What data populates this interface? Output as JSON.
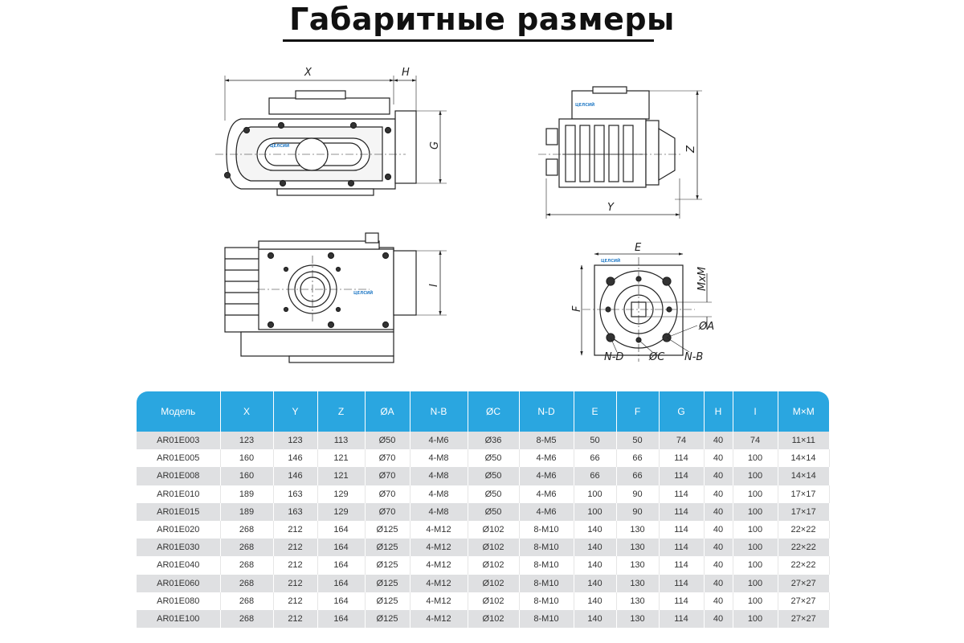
{
  "page": {
    "title": "Габаритные размеры"
  },
  "drawing": {
    "labels": {
      "x": "X",
      "h": "H",
      "g": "G",
      "y": "Y",
      "z": "Z",
      "i": "I",
      "e": "E",
      "f": "F",
      "mxm": "MxM",
      "oa": "ØA",
      "oc": "ØC",
      "nd": "N-D",
      "nb": "N-B"
    },
    "brand": "ЦЕЛСИЙ"
  },
  "table": {
    "headers": [
      "Модель",
      "X",
      "Y",
      "Z",
      "ØA",
      "N-B",
      "ØC",
      "N-D",
      "E",
      "F",
      "G",
      "H",
      "I",
      "M×M"
    ],
    "rows": [
      [
        "AR01E003",
        "123",
        "123",
        "113",
        "Ø50",
        "4-M6",
        "Ø36",
        "8-M5",
        "50",
        "50",
        "74",
        "40",
        "74",
        "11×11"
      ],
      [
        "AR01E005",
        "160",
        "146",
        "121",
        "Ø70",
        "4-M8",
        "Ø50",
        "4-M6",
        "66",
        "66",
        "114",
        "40",
        "100",
        "14×14"
      ],
      [
        "AR01E008",
        "160",
        "146",
        "121",
        "Ø70",
        "4-M8",
        "Ø50",
        "4-M6",
        "66",
        "66",
        "114",
        "40",
        "100",
        "14×14"
      ],
      [
        "AR01E010",
        "189",
        "163",
        "129",
        "Ø70",
        "4-M8",
        "Ø50",
        "4-M6",
        "100",
        "90",
        "114",
        "40",
        "100",
        "17×17"
      ],
      [
        "AR01E015",
        "189",
        "163",
        "129",
        "Ø70",
        "4-M8",
        "Ø50",
        "4-M6",
        "100",
        "90",
        "114",
        "40",
        "100",
        "17×17"
      ],
      [
        "AR01E020",
        "268",
        "212",
        "164",
        "Ø125",
        "4-M12",
        "Ø102",
        "8-M10",
        "140",
        "130",
        "114",
        "40",
        "100",
        "22×22"
      ],
      [
        "AR01E030",
        "268",
        "212",
        "164",
        "Ø125",
        "4-M12",
        "Ø102",
        "8-M10",
        "140",
        "130",
        "114",
        "40",
        "100",
        "22×22"
      ],
      [
        "AR01E040",
        "268",
        "212",
        "164",
        "Ø125",
        "4-M12",
        "Ø102",
        "8-M10",
        "140",
        "130",
        "114",
        "40",
        "100",
        "22×22"
      ],
      [
        "AR01E060",
        "268",
        "212",
        "164",
        "Ø125",
        "4-M12",
        "Ø102",
        "8-M10",
        "140",
        "130",
        "114",
        "40",
        "100",
        "27×27"
      ],
      [
        "AR01E080",
        "268",
        "212",
        "164",
        "Ø125",
        "4-M12",
        "Ø102",
        "8-M10",
        "140",
        "130",
        "114",
        "40",
        "100",
        "27×27"
      ],
      [
        "AR01E100",
        "268",
        "212",
        "164",
        "Ø125",
        "4-M12",
        "Ø102",
        "8-M10",
        "140",
        "130",
        "114",
        "40",
        "100",
        "27×27"
      ]
    ]
  }
}
